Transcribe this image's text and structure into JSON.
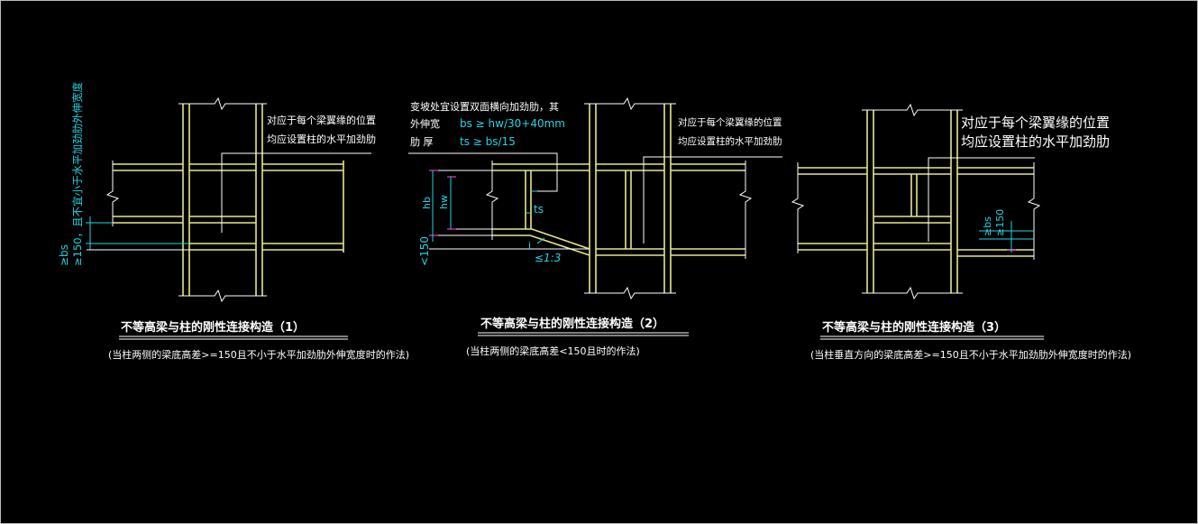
{
  "colors": {
    "background": "#000000",
    "steel": "#e6e68a",
    "text": "#ffffff",
    "dimension": "#22d6e6",
    "marker": "#ff4cff"
  },
  "detail1": {
    "title": "不等高梁与柱的刚性连接构造（1）",
    "subtitle": "(当柱两侧的梁底高差>=150且不小于水平加劲肋外伸宽度时的作法)",
    "note_line1": "对应于每个梁翼缘的位置",
    "note_line2": "均应设置柱的水平加劲肋",
    "vertical_dim": "≥150，且不宜小于水平加劲肋外伸宽度",
    "dim_bs": "≥bs"
  },
  "detail2": {
    "title": "不等高梁与柱的刚性连接构造（2）",
    "subtitle": "(当柱两侧的梁底高差<150且时的作法)",
    "stiffener_note": "变坡处宜设置双面横向加劲肋，其",
    "width_label": "外伸宽",
    "width_formula": "bs ≥ hw/30+40mm",
    "thick_label": "肋  厚",
    "thick_formula": "ts ≥ bs/15",
    "note_line1": "对应于每个梁翼缘的位置",
    "note_line2": "均应设置柱的水平加劲肋",
    "hb": "hb",
    "hw": "hw",
    "ts": "ts",
    "dim_150": "<150",
    "slope_i": "i",
    "slope": "≤1:3"
  },
  "detail3": {
    "title": "不等高梁与柱的刚性连接构造（3）",
    "subtitle": "(当柱垂直方向的梁底高差>=150且不小于水平加劲肋外伸宽度时的作法)",
    "note_line1": "对应于每个梁翼缘的位置",
    "note_line2": "均应设置柱的水平加劲肋",
    "dim_bs": "≥bs",
    "dim_150": "≥150"
  }
}
